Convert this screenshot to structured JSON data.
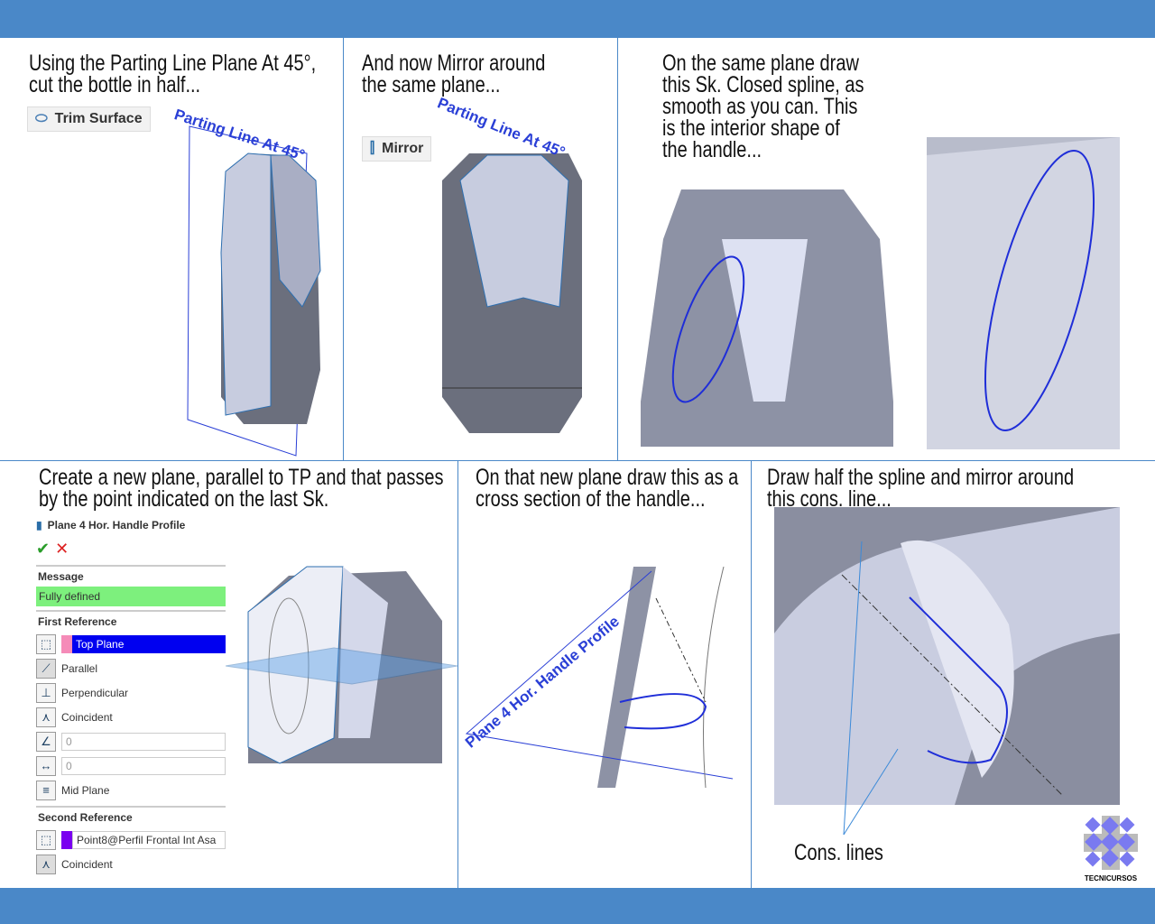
{
  "panels": [
    {
      "caption": [
        "Using the Parting Line Plane At 45°,",
        "cut the bottle in half..."
      ],
      "button": "Trim Surface",
      "plane_label": "Parting Line At 45°"
    },
    {
      "caption": [
        "And now Mirror around",
        "the same plane..."
      ],
      "button": "Mirror",
      "plane_label": "Parting Line At 45°"
    },
    {
      "caption": [
        "On the same plane draw",
        "this Sk. Closed spline, as",
        "smooth as you can. This",
        "is the interior shape of",
        "the handle..."
      ]
    },
    {
      "caption": [
        "Create a new plane, parallel to TP and that passes",
        "by the point indicated on the last Sk."
      ]
    },
    {
      "caption": [
        "On that new plane draw this as a",
        "cross section of the handle..."
      ],
      "plane_label": "Plane 4 Hor. Handle Profile"
    },
    {
      "caption": [
        "Draw half the spline and mirror around",
        "this cons. line..."
      ],
      "callout": "Cons. lines"
    }
  ],
  "property_manager": {
    "title": "Plane 4 Hor. Handle Profile",
    "message_header": "Message",
    "message": "Fully defined",
    "first_reference": "First Reference",
    "first_selection": "Top Plane",
    "options": [
      "Parallel",
      "Perpendicular",
      "Coincident"
    ],
    "angle_value": "0",
    "distance_value": "0",
    "mid_plane": "Mid Plane",
    "second_reference": "Second Reference",
    "second_selection": "Point8@Perfil Frontal Int Asa",
    "second_option": "Coincident"
  },
  "logo": "TECNICURSOS",
  "colors": {
    "bar": "#4a88c8",
    "sketch": "#1f2ed8",
    "fully_defined": "#7df07d"
  }
}
